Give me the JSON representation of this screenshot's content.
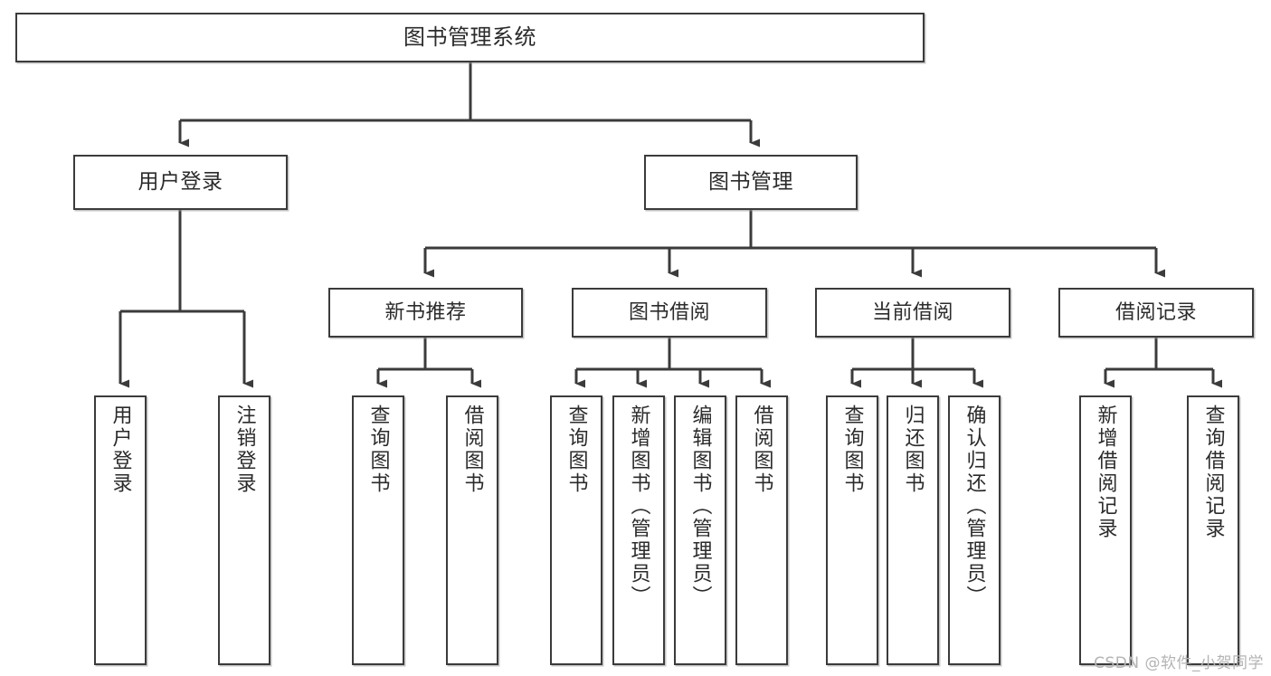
{
  "diagram": {
    "title": "图书管理系统",
    "type": "tree-hierarchy-diagram",
    "watermark": "CSDN @软件_小贺同学",
    "colors": {
      "node_border": "#3b3b3b",
      "node_fill": "#ffffff",
      "edge": "#3b3b3b",
      "text": "#2b2b2b",
      "background": "#ffffff",
      "watermark": "#b4b4b4"
    },
    "nodes": {
      "root": {
        "label": "图书管理系统"
      },
      "level1": [
        {
          "id": "user-login",
          "label": "用户登录"
        },
        {
          "id": "book-manage",
          "label": "图书管理"
        }
      ],
      "level2": [
        {
          "id": "new-book-recommend",
          "label": "新书推荐"
        },
        {
          "id": "book-borrow",
          "label": "图书借阅"
        },
        {
          "id": "current-borrow",
          "label": "当前借阅"
        },
        {
          "id": "borrow-record",
          "label": "借阅记录"
        }
      ],
      "leaves": {
        "user_login": [
          {
            "id": "leaf-user-login",
            "label": "用户登录"
          },
          {
            "id": "leaf-logout-login",
            "label": "注销登录"
          }
        ],
        "new_book_recommend": [
          {
            "id": "leaf-query-book-1",
            "label": "查询图书"
          },
          {
            "id": "leaf-borrow-book-1",
            "label": "借阅图书"
          }
        ],
        "book_borrow": [
          {
            "id": "leaf-query-book-2",
            "label": "查询图书"
          },
          {
            "id": "leaf-add-book",
            "label": "新增图书（管理员）"
          },
          {
            "id": "leaf-edit-book",
            "label": "编辑图书（管理员）"
          },
          {
            "id": "leaf-borrow-book-2",
            "label": "借阅图书"
          }
        ],
        "current_borrow": [
          {
            "id": "leaf-query-book-3",
            "label": "查询图书"
          },
          {
            "id": "leaf-return-book",
            "label": "归还图书"
          },
          {
            "id": "leaf-confirm-return",
            "label": "确认归还（管理员）"
          }
        ],
        "borrow_record": [
          {
            "id": "leaf-add-record",
            "label": "新增借阅记录"
          },
          {
            "id": "leaf-query-record",
            "label": "查询借阅记录"
          }
        ]
      }
    }
  }
}
